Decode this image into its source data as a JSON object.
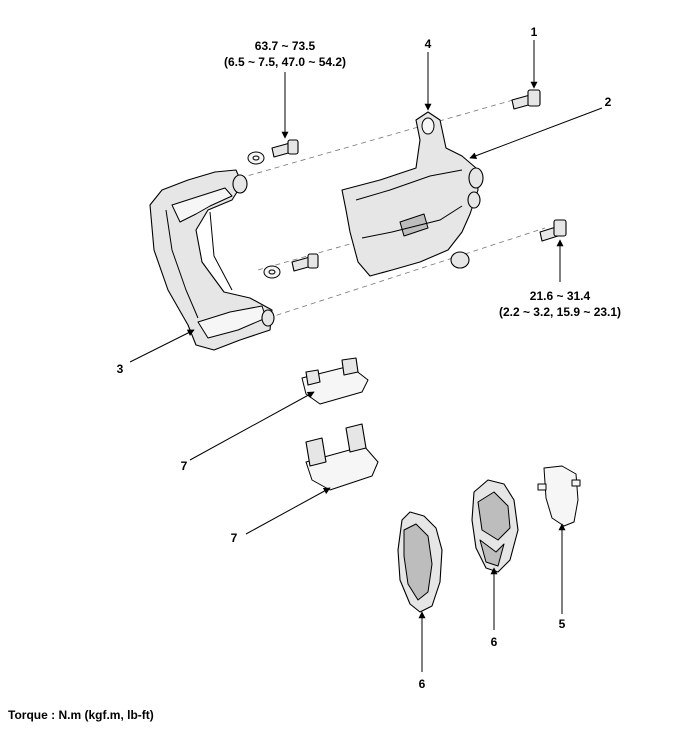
{
  "callouts": {
    "c1": "1",
    "c2": "2",
    "c3": "3",
    "c4": "4",
    "c5": "5",
    "c6a": "6",
    "c6b": "6",
    "c7a": "7",
    "c7b": "7"
  },
  "torque_specs": {
    "bracket_bolt": {
      "nm": "63.7 ~ 73.5",
      "alt": "(6.5 ~ 7.5, 47.0 ~ 54.2)"
    },
    "guide_rod_bolt": {
      "nm": "21.6 ~ 31.4",
      "alt": "(2.2 ~ 3.2, 15.9 ~ 23.1)"
    }
  },
  "legend": "Torque : N.m (kgf.m, lb-ft)"
}
